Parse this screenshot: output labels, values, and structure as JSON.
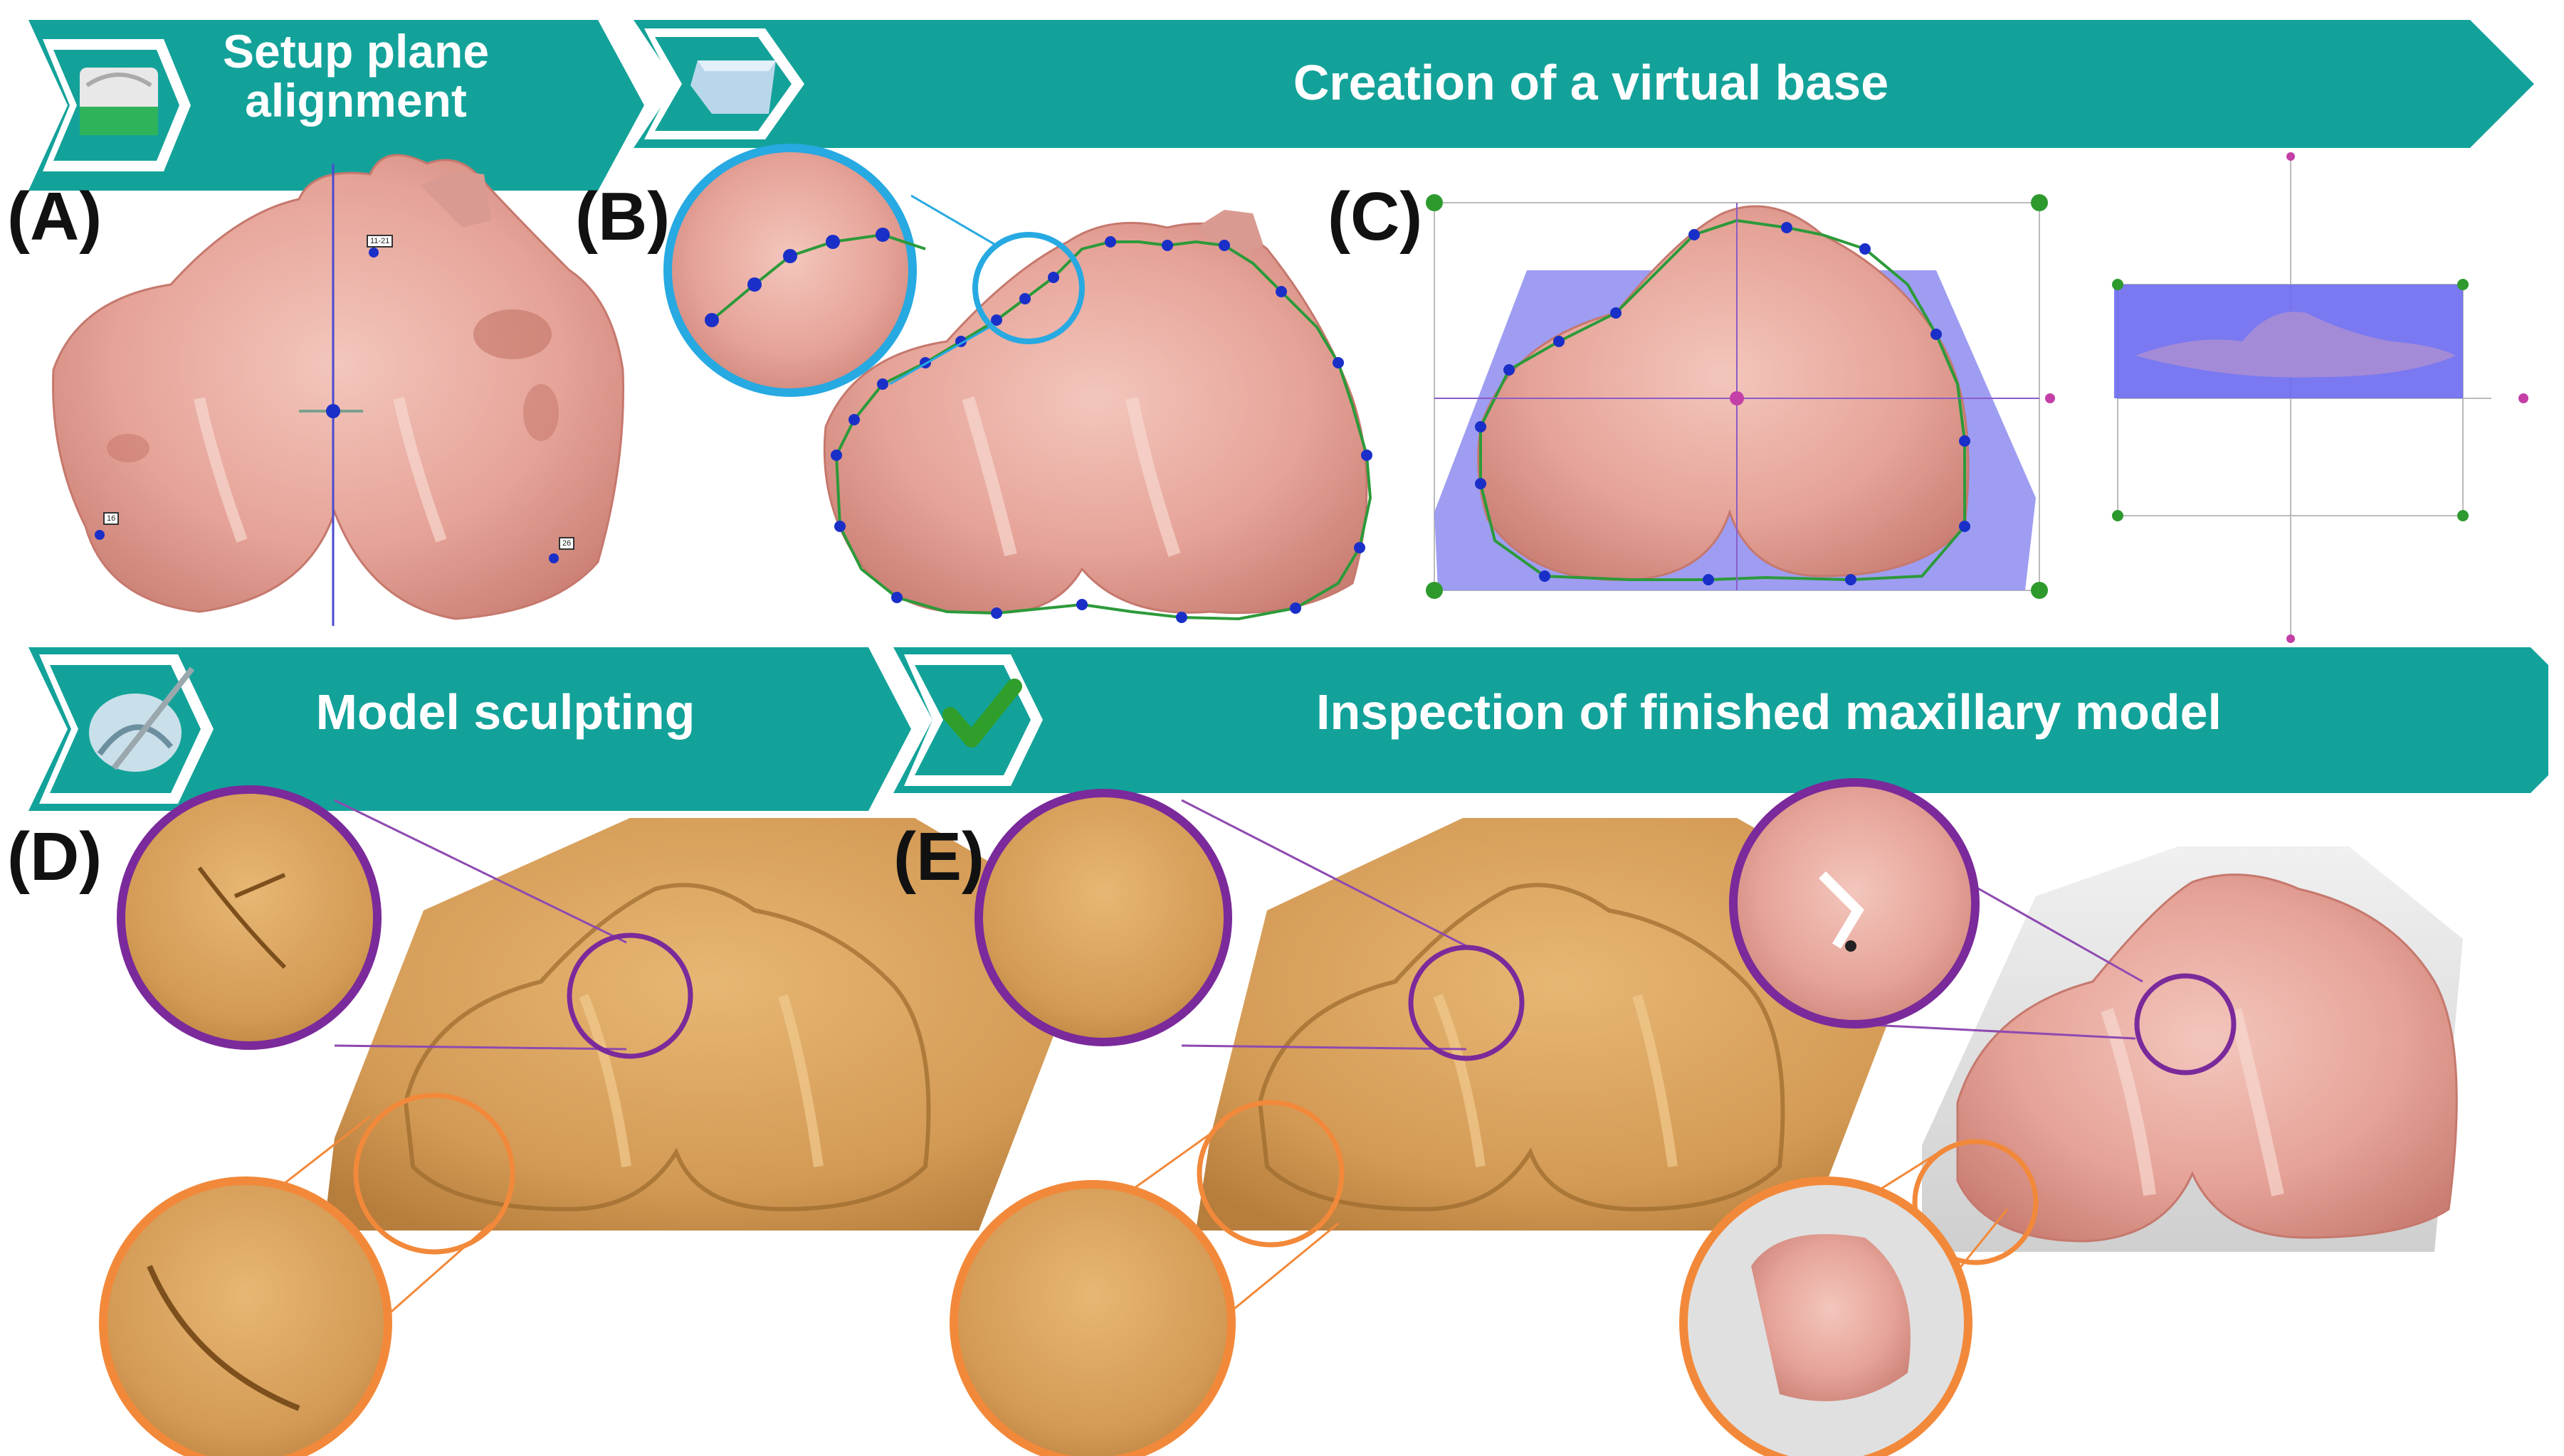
{
  "banners": {
    "setup": {
      "text": [
        "Setup plane",
        "alignment"
      ],
      "icon": "dental-articulator-icon"
    },
    "virtual_base": {
      "text": "Creation of a virtual base",
      "icon": "virtual-base-block-icon"
    },
    "sculpting": {
      "text": "Model sculpting",
      "icon": "sculpting-tool-icon"
    },
    "inspection": {
      "text": "Inspection of finished maxillary model",
      "icon": "green-checkmark-icon"
    }
  },
  "panels": {
    "A": {
      "label": "(A)",
      "tags": [
        "11-21",
        "16",
        "26"
      ]
    },
    "B": {
      "label": "(B)"
    },
    "C": {
      "label": "(C)"
    },
    "D": {
      "label": "(D)"
    },
    "E": {
      "label": "(E)"
    }
  },
  "colors": {
    "banner_teal": "#13a29a",
    "banner_teal_dark": "#0c8a83",
    "tissue_pink": "#e9a49a",
    "model_tan": "#d9a05a",
    "base_blue": "#8d8cf0",
    "zoom_cyan": "#27a9e1",
    "zoom_purple": "#7a2a9a",
    "zoom_orange": "#f2893a",
    "outline_green": "#2c9a3a",
    "marker_blue": "#1a2fc8"
  }
}
